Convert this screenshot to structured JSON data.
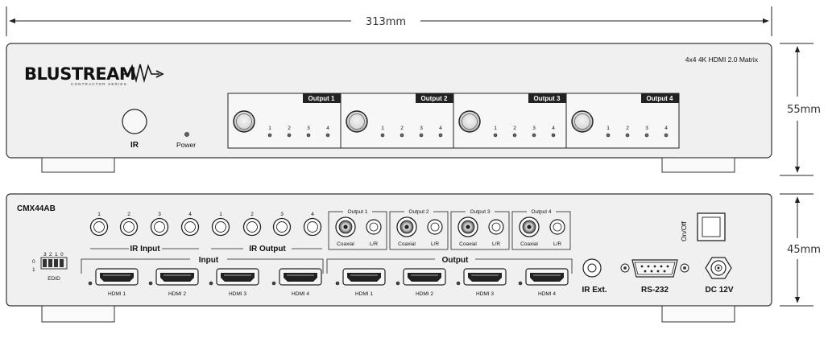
{
  "dimensions": {
    "width": "313mm",
    "front_height": "55mm",
    "rear_height": "45mm"
  },
  "front": {
    "brand": "BLUSTREAM",
    "series": "CONTRACTOR SERIES",
    "product": "4x4 4K HDMI 2.0 Matrix",
    "ir_label": "IR",
    "power_label": "Power",
    "outputs": [
      {
        "title": "Output 1",
        "inputs": [
          "1",
          "2",
          "3",
          "4"
        ]
      },
      {
        "title": "Output 2",
        "inputs": [
          "1",
          "2",
          "3",
          "4"
        ]
      },
      {
        "title": "Output 3",
        "inputs": [
          "1",
          "2",
          "3",
          "4"
        ]
      },
      {
        "title": "Output 4",
        "inputs": [
          "1",
          "2",
          "3",
          "4"
        ]
      }
    ]
  },
  "rear": {
    "model": "CMX44AB",
    "ir_input": {
      "label": "IR Input",
      "ports": [
        "1",
        "2",
        "3",
        "4"
      ]
    },
    "ir_output": {
      "label": "IR Output",
      "ports": [
        "1",
        "2",
        "3",
        "4"
      ]
    },
    "audio_outputs": [
      {
        "title": "Output 1",
        "coaxial": "Coaxial",
        "lr": "L/R"
      },
      {
        "title": "Output 2",
        "coaxial": "Coaxial",
        "lr": "L/R"
      },
      {
        "title": "Output 3",
        "coaxial": "Coaxial",
        "lr": "L/R"
      },
      {
        "title": "Output 4",
        "coaxial": "Coaxial",
        "lr": "L/R"
      }
    ],
    "edid": {
      "label": "EDID",
      "bits": [
        "3",
        "2",
        "1",
        "0"
      ],
      "row_labels": [
        "0",
        "1"
      ]
    },
    "hdmi_input": {
      "label": "Input",
      "ports": [
        "HDMI 1",
        "HDMI 2",
        "HDMI 3",
        "HDMI 4"
      ]
    },
    "hdmi_output": {
      "label": "Output",
      "ports": [
        "HDMI 1",
        "HDMI 2",
        "HDMI 3",
        "HDMI 4"
      ]
    },
    "ir_ext": "IR Ext.",
    "rs232": "RS-232",
    "dc": "DC 12V",
    "power_switch": "On/Off"
  }
}
